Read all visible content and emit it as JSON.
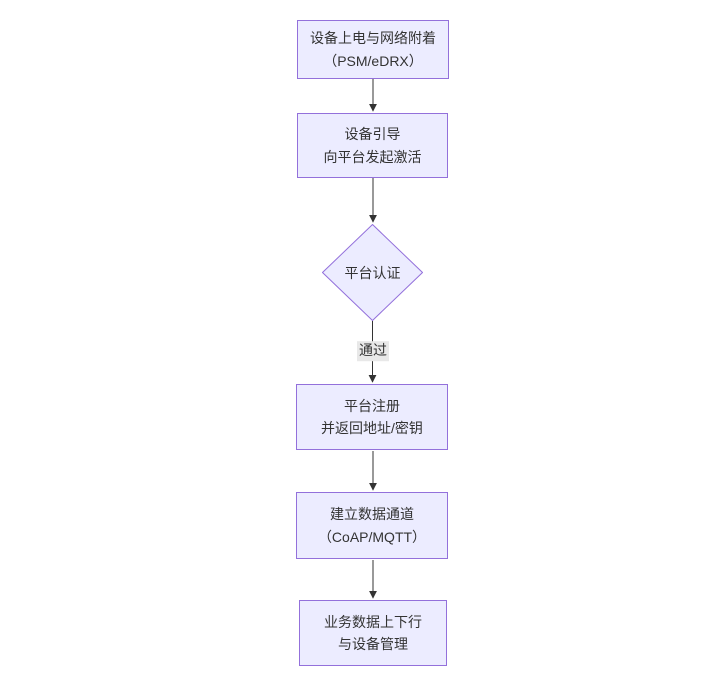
{
  "theme": {
    "node_fill": "#ECECFF",
    "node_border": "#9370DB",
    "text_color": "#333333",
    "arrow_color": "#333333",
    "edge_label_bg": "#e8e8e8",
    "canvas_bg": "#ffffff"
  },
  "flowchart": {
    "title": "",
    "nodes": [
      {
        "id": "A",
        "type": "rect",
        "line1": "设备上电与网络附着",
        "line2": "（PSM/eDRX）"
      },
      {
        "id": "B",
        "type": "rect",
        "line1": "设备引导",
        "line2": "向平台发起激活"
      },
      {
        "id": "C",
        "type": "diamond",
        "line1": "平台认证",
        "line2": ""
      },
      {
        "id": "D",
        "type": "rect",
        "line1": "平台注册",
        "line2": "并返回地址/密钥"
      },
      {
        "id": "E",
        "type": "rect",
        "line1": "建立数据通道",
        "line2": "（CoAP/MQTT）"
      },
      {
        "id": "F",
        "type": "rect",
        "line1": "业务数据上下行",
        "line2": "与设备管理"
      }
    ],
    "edges": [
      {
        "from": "C",
        "to": "D",
        "label": "通过"
      }
    ]
  }
}
